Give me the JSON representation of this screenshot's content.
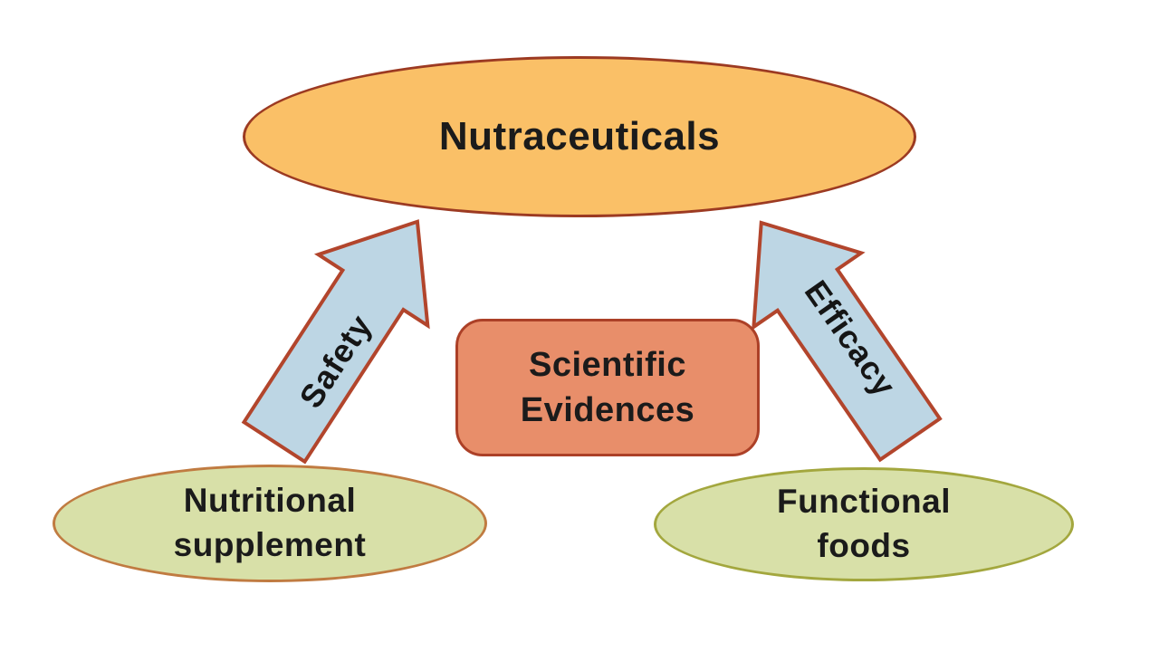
{
  "diagram": {
    "background_color": "#ffffff",
    "text_color": "#1b1b1b",
    "nodes": {
      "nutraceuticals": {
        "label": "Nutraceuticals",
        "shape": "ellipse",
        "fill": "#FAC067",
        "border": "#9C3A22"
      },
      "scientific_evidences": {
        "label": "Scientific\nEvidences",
        "shape": "rounded-rectangle",
        "fill": "#E88E6A",
        "border": "#AC4027"
      },
      "nutritional_supplement": {
        "label": "Nutritional\nsupplement",
        "shape": "ellipse",
        "fill": "#D8E0A8",
        "border": "#C07B41"
      },
      "functional_foods": {
        "label": "Functional\nfoods",
        "shape": "ellipse",
        "fill": "#D8E0A8",
        "border": "#A3A73E"
      }
    },
    "arrows": {
      "safety": {
        "label": "Safety",
        "fill": "#BDD6E4",
        "border": "#B2452C",
        "from": "nutritional_supplement",
        "to": "nutraceuticals",
        "direction": "up-right"
      },
      "efficacy": {
        "label": "Efficacy",
        "fill": "#BDD6E4",
        "border": "#B2452C",
        "from": "functional_foods",
        "to": "nutraceuticals",
        "direction": "up-left"
      }
    }
  }
}
